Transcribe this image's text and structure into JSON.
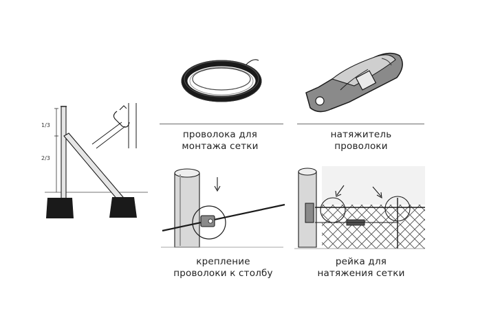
{
  "labels": {
    "one_third": "1/3",
    "two_thirds": "2/3"
  },
  "captions": {
    "wire_line1": "проволока для",
    "wire_line2": "монтажа сетки",
    "tensioner_line1": "натяжитель",
    "tensioner_line2": "проволоки",
    "fastening_line1": "крепление",
    "fastening_line2": "проволоки к столбу",
    "rail_line1": "рейка для",
    "rail_line2": "натяжения сетки"
  },
  "colors": {
    "ink": "#1a1a1a",
    "shade": "#cfcfcf",
    "metal": "#8a8a8a",
    "paper": "#ffffff"
  }
}
